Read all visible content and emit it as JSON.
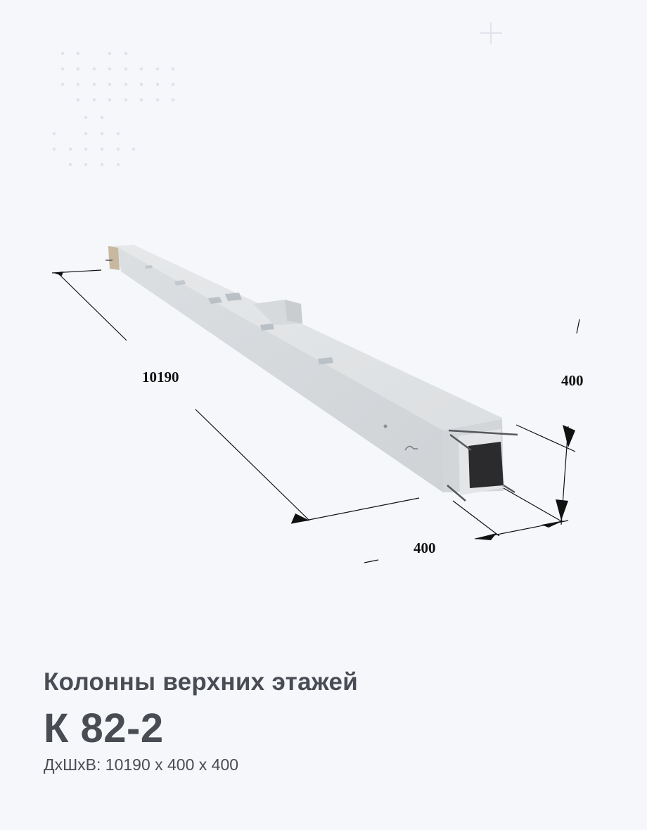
{
  "product": {
    "category": "Колонны верхних этажей",
    "code": "К 82-2",
    "dimensions_text": "ДхШхВ: 10190 х  400 х  400"
  },
  "drawing": {
    "length_label": "10190",
    "height_label": "400",
    "width_label": "400"
  },
  "decor": {
    "icon": "plus-icon",
    "colors": {
      "background": "#f5f7fb",
      "text": "#4a4c54",
      "concrete": "#d9dcdf",
      "dot": "#dfe2ea"
    }
  }
}
